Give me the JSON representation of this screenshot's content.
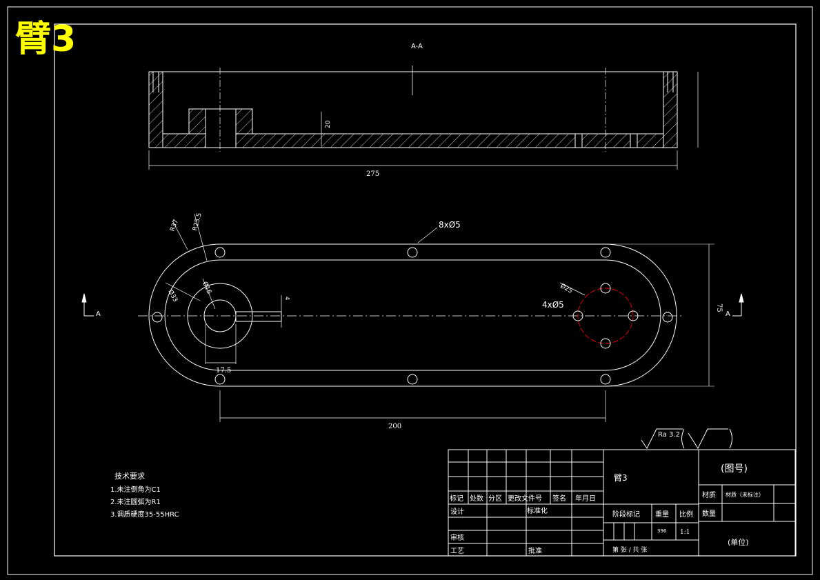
{
  "banner": {
    "title": "臂3",
    "color": "#ffff00"
  },
  "section_view": {
    "label": "A-A",
    "dim_height": "20",
    "dim_length": "275"
  },
  "plan_view": {
    "label_holes_8": "8xØ5",
    "label_holes_4": "4xØ5",
    "dim_r37": "R37",
    "dim_r25": "R25.5",
    "dim_d33": "Ø33",
    "dim_d16": "Ø16",
    "dim_d25": "Ø25",
    "dim_4": "4",
    "dim_17": "17.5",
    "dim_75": "75",
    "dim_200": "200",
    "section_mark_left": "A",
    "section_mark_right": "A"
  },
  "roughness": {
    "label": "Ra 3.2"
  },
  "tech_requirements": {
    "title": "技术要求",
    "items": [
      "1.未注倒角为C1",
      "2.未注圆弧为R1",
      "3.调质硬度35-55HRC"
    ]
  },
  "title_block": {
    "part_name": "臂3",
    "drawing_no": "(图号)",
    "material_label": "材质",
    "material_value": "材质（未标注）",
    "quantity_label": "数量",
    "unit": "(单位)",
    "headers": [
      "标记",
      "处数",
      "分区",
      "更改文件号",
      "签名",
      "年月日"
    ],
    "design": "设计",
    "standardization": "标准化",
    "stage_mark": "阶段标记",
    "weight": "重量",
    "scale": "比例",
    "weight_value": "396",
    "scale_value": "1:1",
    "review": "审核",
    "process": "工艺",
    "approve": "批准",
    "sheet_count": "第  张 / 共  张"
  },
  "colors": {
    "line": "#ffffff",
    "hidden_circle": "#e00000",
    "frame": "#ffffff"
  }
}
